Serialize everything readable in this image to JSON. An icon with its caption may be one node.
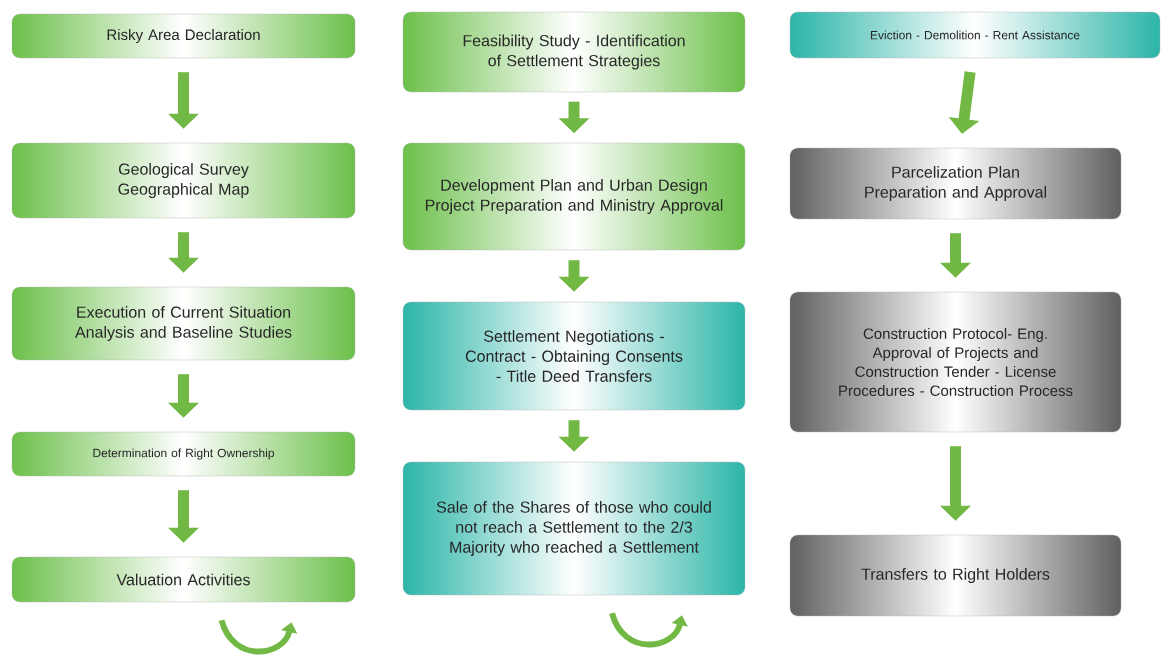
{
  "diagram": {
    "nodes": [
      {
        "text": [
          "Risky Area Declaration"
        ]
      },
      {
        "text": [
          "Geological Survey Geographical Map"
        ]
      },
      {
        "text": [
          "Execution of Current Situation Analysis and Baseline Studies"
        ]
      },
      {
        "text": [
          "Determination of Right Ownership"
        ]
      },
      {
        "text": [
          "Valuation Activities"
        ]
      },
      {
        "text": [
          "Feasibility Study - Identification of Settlement Strategies"
        ]
      },
      {
        "text": [
          "Development Plan and Urban Design Project Preparation and Ministry Approval"
        ]
      },
      {
        "text": [
          "Settlement Negotiations - Contract - Obtaining Consents - Title Deed Transfers"
        ]
      },
      {
        "text": [
          "Sale of the Shares of those who could not reach a Settlement to the 2/3 Majority who reached a Settlement"
        ]
      },
      {
        "text": [
          "Eviction - Demolition - Rent Assistance"
        ]
      },
      {
        "text": [
          "Parcelization Plan Preparation and Approval"
        ]
      },
      {
        "text": [
          "Construction Protocol- Eng. Approval of Projects and Construction Tender - License Procedures - Construction Process"
        ]
      },
      {
        "text": [
          "Transfers to Right Holders"
        ]
      }
    ],
    "edges": [
      {
        "from": 0,
        "to": 1,
        "arrow": "to"
      },
      {
        "from": 1,
        "to": 2,
        "arrow": "to"
      },
      {
        "from": 2,
        "to": 3,
        "arrow": "to"
      },
      {
        "from": 3,
        "to": 4,
        "arrow": "to"
      },
      {
        "from": 4,
        "to": null,
        "arrow": "to"
      },
      {
        "from": 5,
        "to": 6,
        "arrow": "to"
      },
      {
        "from": 6,
        "to": 7,
        "arrow": "to"
      },
      {
        "from": 7,
        "to": 8,
        "arrow": "to"
      },
      {
        "from": 8,
        "to": null,
        "arrow": "to"
      },
      {
        "from": 9,
        "to": 10,
        "arrow": "to"
      },
      {
        "from": 10,
        "to": 11,
        "arrow": "to"
      },
      {
        "from": 11,
        "to": 12,
        "arrow": "to"
      }
    ]
  }
}
